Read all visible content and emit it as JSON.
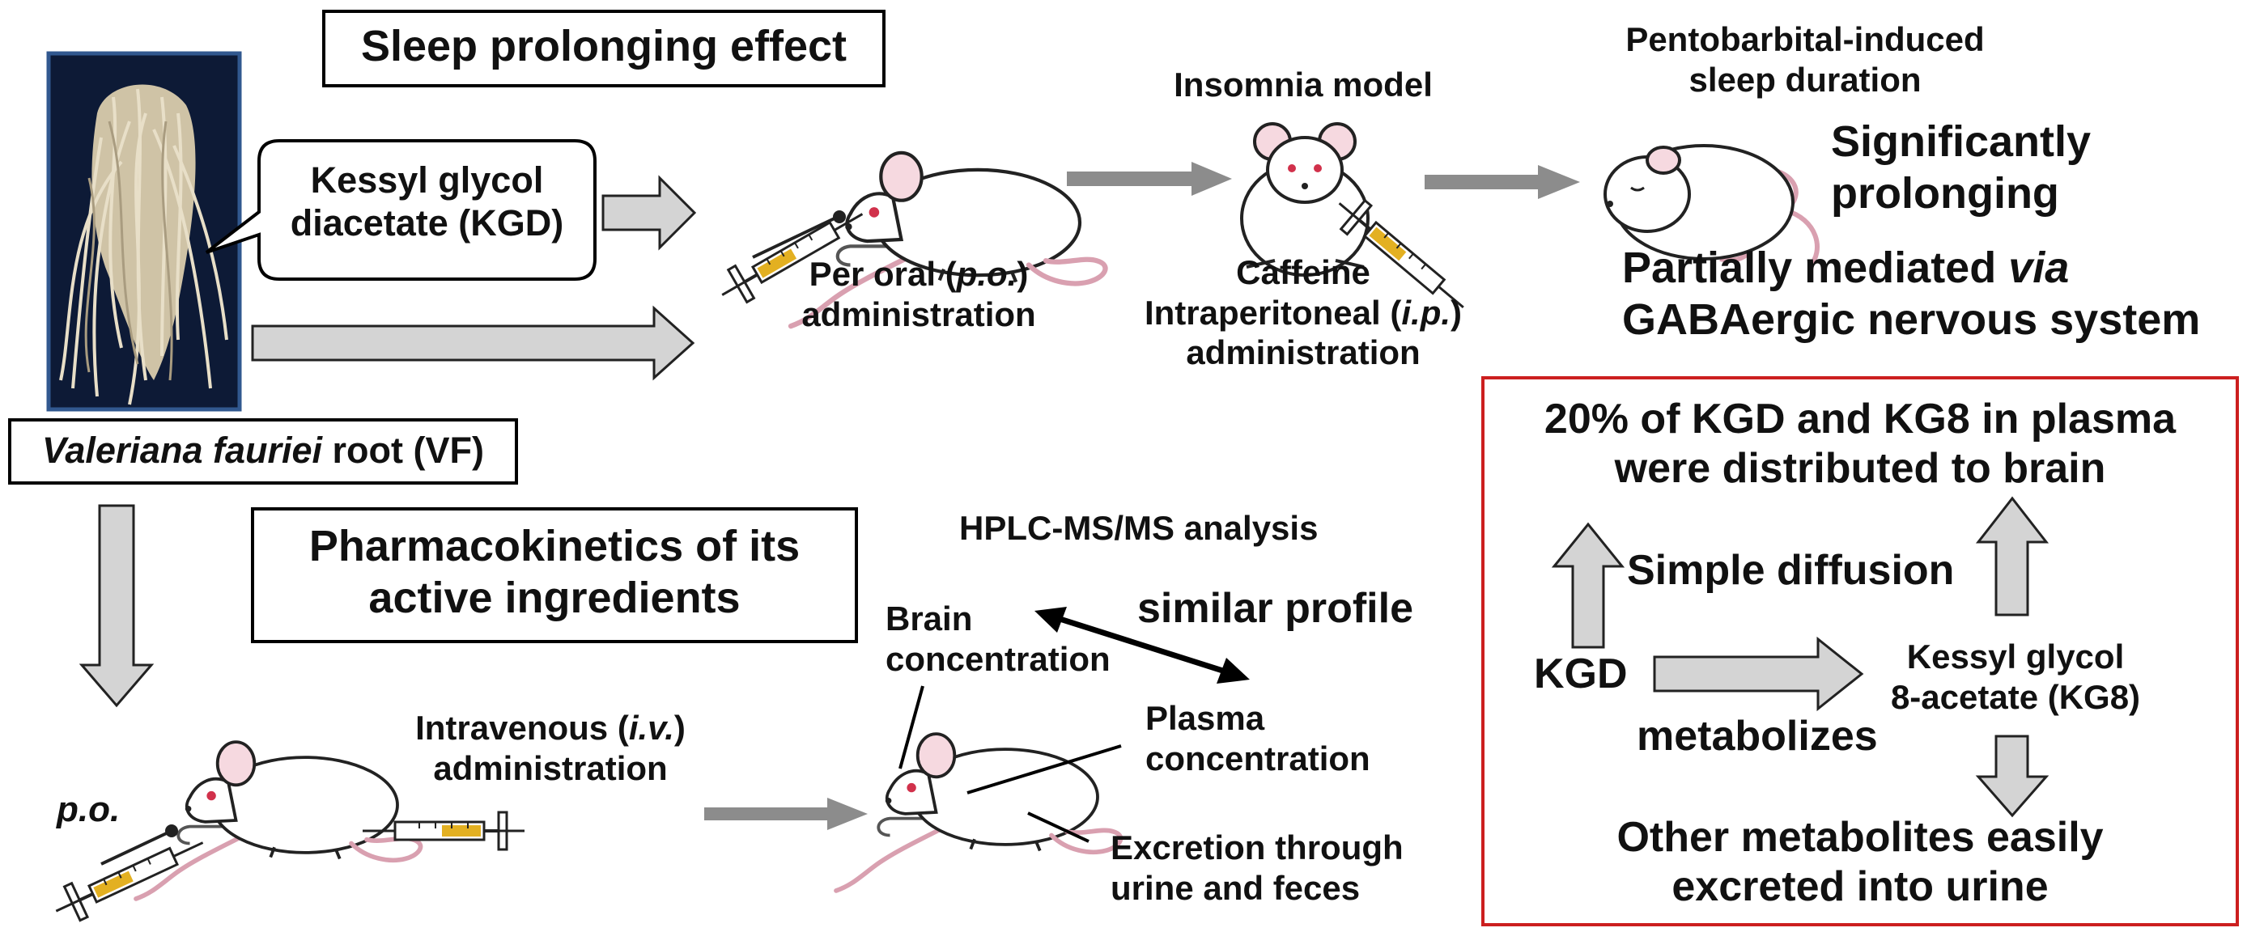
{
  "sleep": {
    "title": "Sleep prolonging effect",
    "kgd_bubble": [
      "Kessyl glycol",
      "diacetate (KGD)"
    ],
    "vf_label_italic": "Valeriana fauriei",
    "vf_label_rest": " root (VF)",
    "oral_line1_pre": "Per oral (",
    "oral_line1_it": "p.o.",
    "oral_line1_post": ")",
    "oral_line2": "administration",
    "insomnia_title": "Insomnia model",
    "caffeine": "Caffeine",
    "ip_pre": "Intraperitoneal (",
    "ip_it": "i.p.",
    "ip_post": ")",
    "ip_line2": "administration",
    "pento": [
      "Pentobarbital-induced",
      "sleep duration"
    ],
    "result": [
      "Significantly",
      "prolonging"
    ],
    "mediated_pre": "Partially mediated ",
    "mediated_it": "via",
    "mediated_line2": "GABAergic nervous system"
  },
  "pk": {
    "title": [
      "Pharmacokinetics of its",
      "active ingredients"
    ],
    "po": "p.o.",
    "iv_pre": "Intravenous (",
    "iv_it": "i.v.",
    "iv_post": ")",
    "iv_line2": "administration",
    "hplc": "HPLC-MS/MS analysis",
    "similar": "similar profile",
    "brain": [
      "Brain",
      "concentration"
    ],
    "plasma": [
      "Plasma",
      "concentration"
    ],
    "excretion": [
      "Excretion through",
      "urine and feces"
    ]
  },
  "red_box": {
    "top": [
      "20% of KGD and KG8 in plasma",
      "were distributed to brain"
    ],
    "diffusion": "Simple diffusion",
    "kgd": "KGD",
    "kg8": [
      "Kessyl glycol",
      "8-acetate (KG8)"
    ],
    "metabolizes": "metabolizes",
    "bottom": [
      "Other metabolites easily",
      "excreted into urine"
    ],
    "border_color": "#cc1f1f"
  },
  "icons": [
    "root-photo",
    "mouse-icon",
    "syringe-icon",
    "sleeping-mouse-icon",
    "arrow-icon"
  ],
  "colors": {
    "arrow_fill": "#d4d4d4",
    "arrow_gray": "#8c8c8c",
    "syringe_liquid": "#e3b021",
    "photo_bg": "#0d1a36"
  }
}
